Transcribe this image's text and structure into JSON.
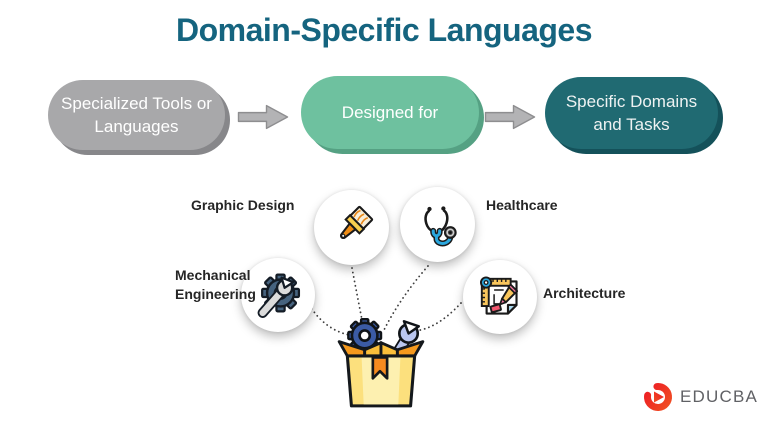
{
  "title": "Domain-Specific Languages",
  "flow": {
    "steps": [
      {
        "label": "Specialized Tools or Languages"
      },
      {
        "label": "Designed for"
      },
      {
        "label": "Specific Domains and Tasks"
      }
    ],
    "arrow_icon": "right-block-arrow"
  },
  "domains": {
    "graphic_design": {
      "label": "Graphic Design",
      "icon": "paintbrush-icon"
    },
    "healthcare": {
      "label": "Healthcare",
      "icon": "stethoscope-icon"
    },
    "mechanical_engineering": {
      "label": "Mechanical Engineering",
      "icon": "gear-wrench-icon"
    },
    "architecture": {
      "label": "Architecture",
      "icon": "blueprint-icon"
    }
  },
  "center_icon": "toolbox-icon",
  "branding": {
    "logo_text": "EDUCBA"
  },
  "colors": {
    "title": "#15647f",
    "step1_bg": "#a8a8aa",
    "step2_bg": "#6ec19f",
    "step3_bg": "#206a72",
    "arrow": "#b3b3b5",
    "domain_label": "#262626",
    "logo_red": "#ed1c24",
    "logo_orange": "#f04e23",
    "logo_text": "#606165"
  }
}
